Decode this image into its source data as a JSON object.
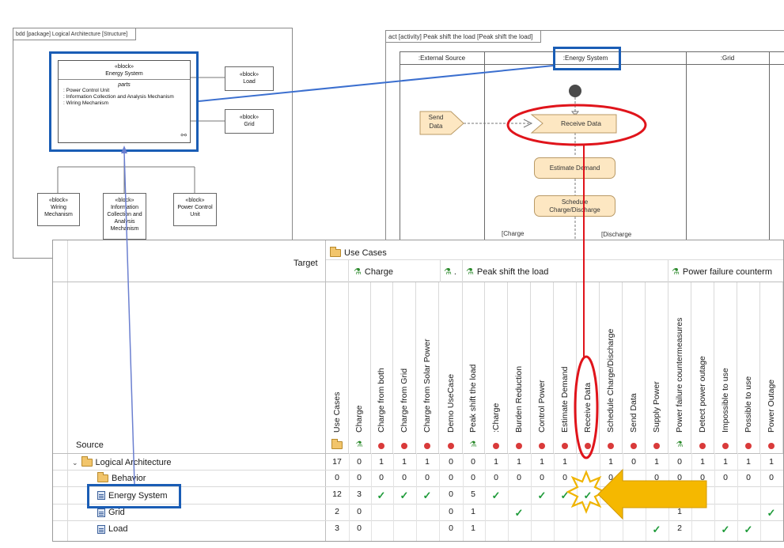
{
  "bdd": {
    "frame_title": "bdd [package] Logical Architecture [Structure]",
    "main_block": {
      "stereotype": "«block»",
      "name": "Energy System",
      "parts_label": "parts",
      "parts": [
        ": Power Control Unit",
        ": Information Collection and Analysis Mechanism",
        ": Wiring Mechanism"
      ]
    },
    "load_block": {
      "stereotype": "«block»",
      "name": "Load"
    },
    "grid_block": {
      "stereotype": "«block»",
      "name": "Grid"
    },
    "wiring_block": {
      "stereotype": "«block»",
      "name": "Wiring Mechanism"
    },
    "info_block": {
      "stereotype": "«block»",
      "name": "Information Collection and Analysis Mechanism"
    },
    "power_block": {
      "stereotype": "«block»",
      "name": "Power Control Unit"
    }
  },
  "activity": {
    "frame_title": "act [activity] Peak shift the load [Peak shift the load]",
    "lanes": [
      ":External Source",
      ":Energy System",
      ":Grid"
    ],
    "send_data": "Send Data",
    "receive_data": "Receive Data",
    "estimate_demand": "Estimate Demand",
    "schedule": "Schedule Charge/Discharge",
    "guard_charge": "[Charge",
    "guard_discharge": "[Discharge"
  },
  "matrix": {
    "target_label": "Target",
    "source_label": "Source",
    "group_use_cases": "Use Cases",
    "group_charge": "Charge",
    "group_demo": ".",
    "group_peak": "Peak shift the load",
    "group_power": "Power failure counterm",
    "columns": [
      "Use Cases",
      "Charge",
      "Charge from both",
      "Charge from Grid",
      "Charge from Solar Power",
      "Demo UseCase",
      "Peak shift the load",
      ":Charge",
      "Burden Reduction",
      "Control Power",
      "Estimate Demand",
      "Receive Data",
      "Schedule Charge/Discharge",
      "Send Data",
      "Supply Power",
      "Power failure countermeasures",
      "Detect power outage",
      "Impossible to use",
      "Possible to use",
      "Power Outage"
    ],
    "rows": [
      {
        "label": "Logical Architecture",
        "cells": [
          "17",
          "0",
          "1",
          "1",
          "1",
          "0",
          "0",
          "1",
          "1",
          "1",
          "1",
          "",
          "1",
          "0",
          "1",
          "0",
          "1",
          "1",
          "1",
          "1"
        ]
      },
      {
        "label": "Behavior",
        "cells": [
          "0",
          "0",
          "0",
          "0",
          "0",
          "0",
          "0",
          "0",
          "0",
          "0",
          "0",
          "",
          "0",
          "",
          "0",
          "0",
          "0",
          "0",
          "0",
          "0"
        ]
      },
      {
        "label": "Energy System",
        "cells": [
          "12",
          "3",
          "✓",
          "✓",
          "✓",
          "0",
          "5",
          "✓",
          "",
          "✓",
          "✓",
          "✓",
          "",
          "",
          "",
          "",
          "",
          "",
          "",
          ""
        ]
      },
      {
        "label": "Grid",
        "cells": [
          "2",
          "0",
          "",
          "",
          "",
          "0",
          "1",
          "",
          "✓",
          "",
          "",
          "",
          "",
          "",
          "",
          "1",
          "",
          "",
          "",
          "✓"
        ]
      },
      {
        "label": "Load",
        "cells": [
          "3",
          "0",
          "",
          "",
          "",
          "0",
          "1",
          "",
          "",
          "",
          "",
          "",
          "",
          "",
          "✓",
          "2",
          "",
          "✓",
          "✓",
          ""
        ]
      }
    ]
  },
  "colors": {
    "highlight_blue": "#1a5db5",
    "highlight_red": "#e0141b",
    "arrow_orange": "#f5b800",
    "check_green": "#1f9b3a"
  }
}
